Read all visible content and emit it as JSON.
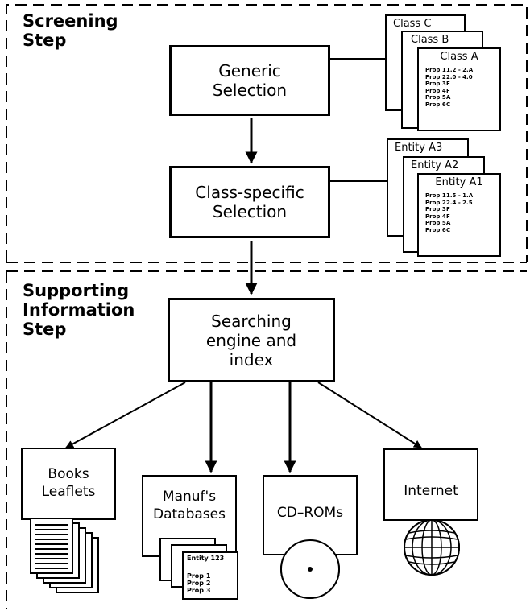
{
  "sections": {
    "screening": {
      "line1": "Screening",
      "line2": "Step"
    },
    "supporting": {
      "line1": "Supporting",
      "line2": "Information",
      "line3": "Step"
    }
  },
  "boxes": {
    "generic": {
      "line1": "Generic",
      "line2": "Selection"
    },
    "class_specific": {
      "line1": "Class-specific",
      "line2": "Selection"
    },
    "search": {
      "line1": "Searching",
      "line2": "engine and",
      "line3": "index"
    }
  },
  "class_cards": {
    "back": "Class C",
    "middle": "Class B",
    "front": "Class A",
    "props": [
      {
        "name": "Prop 1",
        "value": "1.2 - 2.A"
      },
      {
        "name": "Prop 2",
        "value": "2.0 - 4.0"
      },
      {
        "name": "Prop 3",
        "value": "F"
      },
      {
        "name": "Prop 4",
        "value": "F"
      },
      {
        "name": "Prop 5",
        "value": "A"
      },
      {
        "name": "Prop 6",
        "value": "C"
      }
    ]
  },
  "entity_cards": {
    "back": "Entity A3",
    "middle": "Entity A2",
    "front": "Entity A1",
    "props": [
      {
        "name": "Prop 1",
        "value": "1.5 - 1.A"
      },
      {
        "name": "Prop 2",
        "value": "2.4 - 2.5"
      },
      {
        "name": "Prop 3",
        "value": "F"
      },
      {
        "name": "Prop 4",
        "value": "F"
      },
      {
        "name": "Prop 5",
        "value": "A"
      },
      {
        "name": "Prop 6",
        "value": "C"
      }
    ]
  },
  "outputs": {
    "books": {
      "line1": "Books",
      "line2": "Leaflets"
    },
    "manuf": {
      "line1": "Manuf's",
      "line2": "Databases"
    },
    "cdroms": {
      "label": "CD–ROMs"
    },
    "internet": {
      "label": "Internet"
    }
  },
  "manuf_card": {
    "title": "Entity 123",
    "props": [
      "Prop 1",
      "Prop 2",
      "Prop 3"
    ]
  },
  "icons": [
    "documents-stack-icon",
    "database-cards-icon",
    "cd-disc-icon",
    "globe-icon"
  ]
}
